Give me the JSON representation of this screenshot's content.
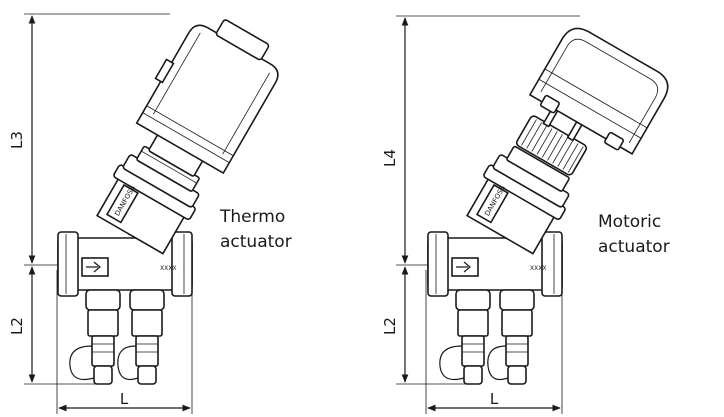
{
  "left_panel": {
    "dimensions": {
      "height_top": "L3",
      "height_bottom": "L2",
      "width": "L"
    },
    "caption_line1": "Thermo",
    "caption_line2": "actuator"
  },
  "right_panel": {
    "dimensions": {
      "height_top": "L4",
      "height_bottom": "L2",
      "width": "L"
    },
    "caption_line1": "Motoric",
    "caption_line2": "actuator"
  },
  "valve_markings": {
    "brand_text": "DANFOSS",
    "logo_text": "XXXX"
  },
  "colors": {
    "line": "#1a1a1a",
    "background": "#ffffff"
  }
}
